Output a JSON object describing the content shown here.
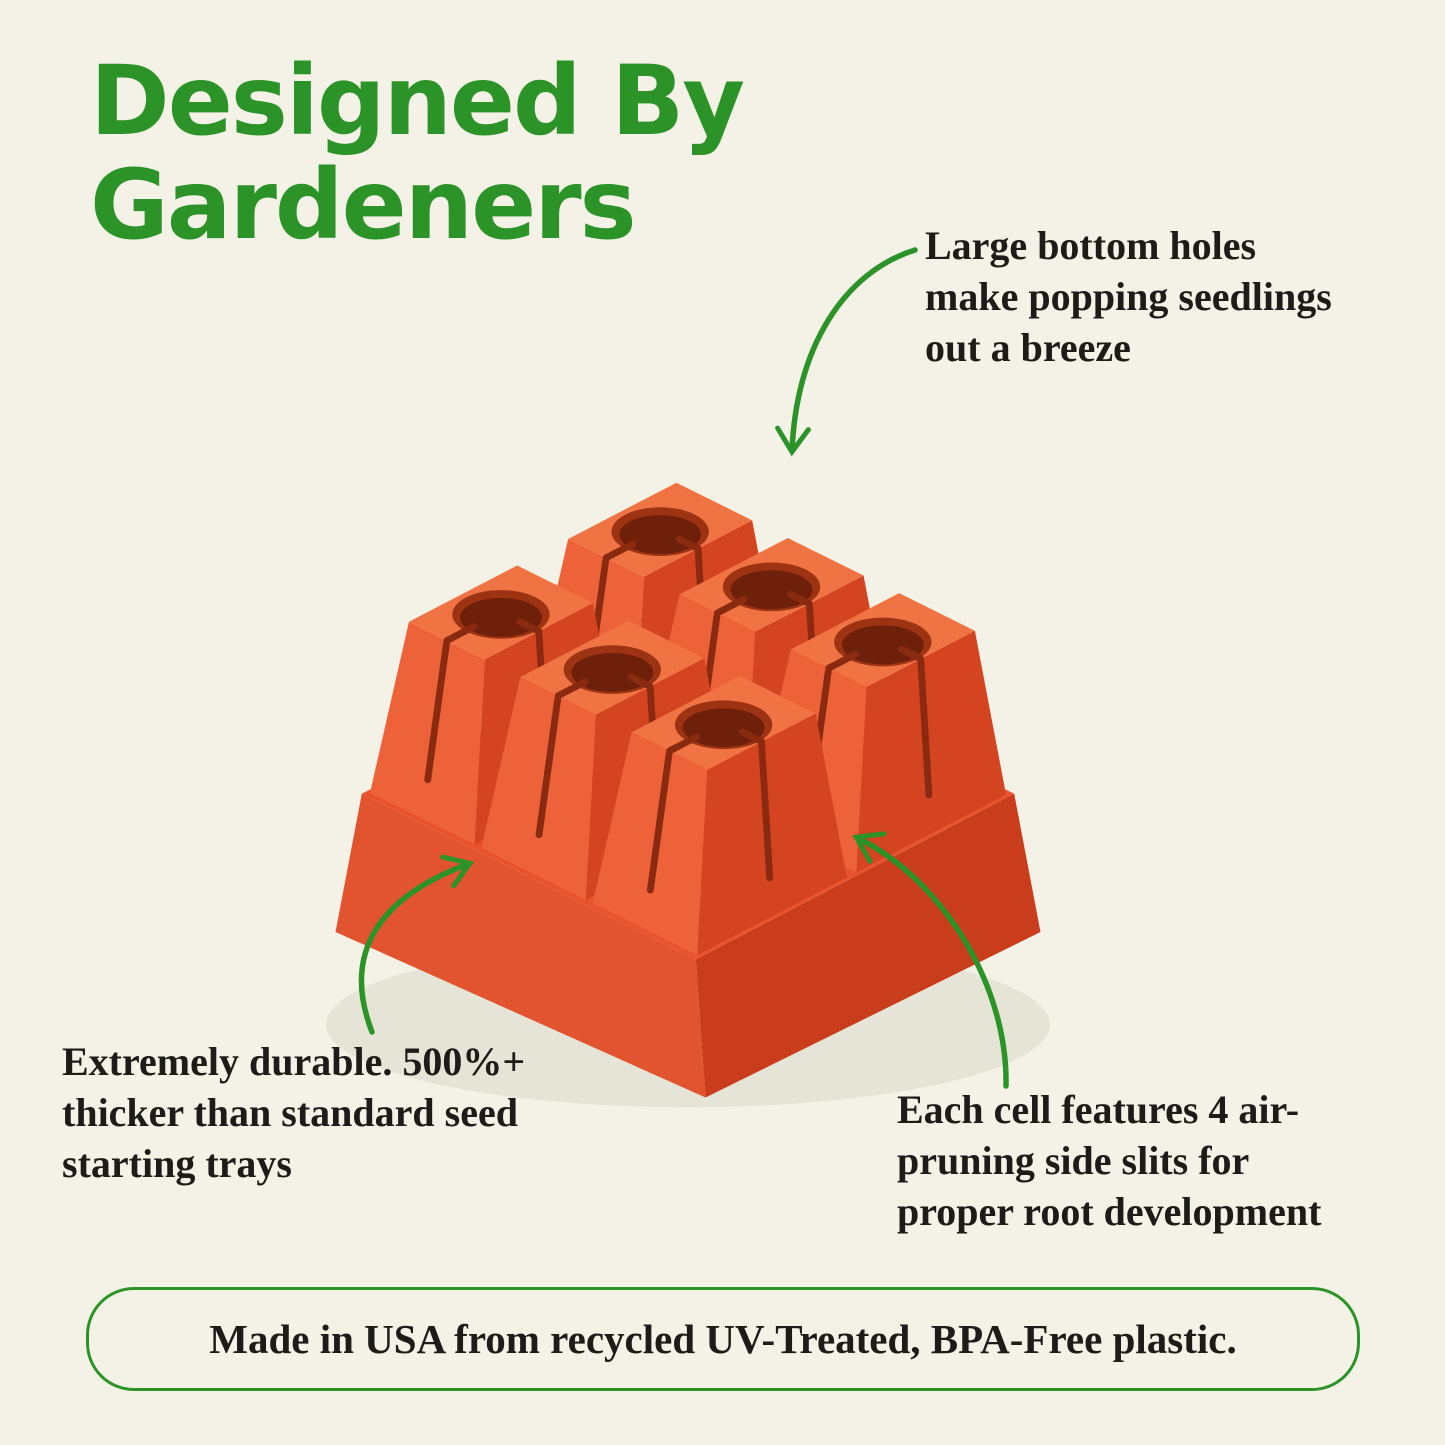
{
  "page": {
    "background_color": "#f4f1e6",
    "accent_green": "#2b9328",
    "tray_orange": "#e8522c",
    "text_color": "#1d1c19"
  },
  "heading": {
    "lines": [
      "Designed By",
      "Gardeners"
    ]
  },
  "callouts": {
    "top_right": {
      "lines": [
        "Large bottom holes",
        "make popping seedlings",
        "out a breeze"
      ]
    },
    "bottom_left": {
      "lines": [
        "Extremely durable. 500%+",
        "thicker than standard seed",
        "starting trays"
      ]
    },
    "bottom_right": {
      "lines": [
        "Each cell features 4 air-",
        "pruning side slits for",
        "proper root development"
      ]
    }
  },
  "banner": {
    "text": "Made in USA from recycled UV-Treated, BPA-Free plastic."
  },
  "icons": {
    "illustration": "six-cell-seed-tray-3d",
    "arrow_top_right": "curved-arrow-down-left",
    "arrow_bottom_left": "curved-arrow-up-right",
    "arrow_bottom_right": "curved-arrow-up-left"
  }
}
